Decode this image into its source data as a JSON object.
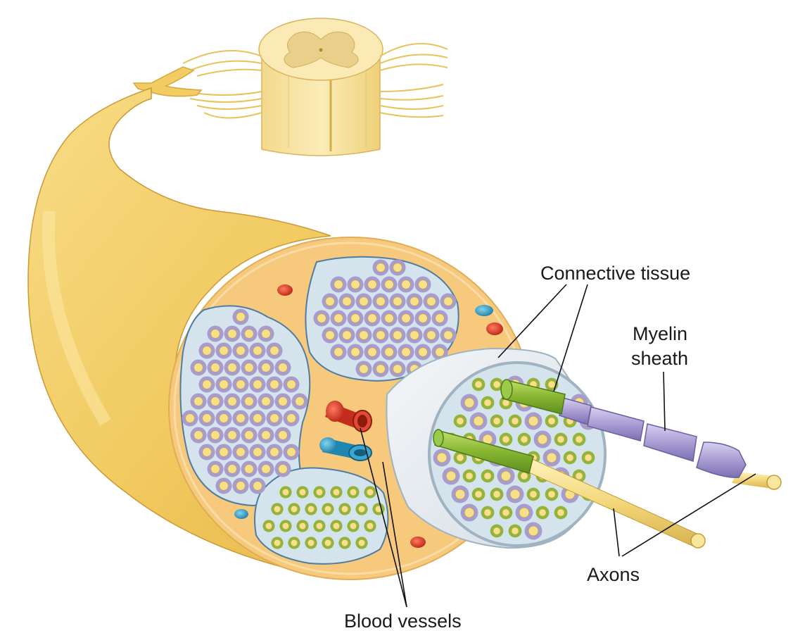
{
  "labels": {
    "connective_tissue": "Connective tissue",
    "myelin_line1": "Myelin",
    "myelin_line2": "sheath",
    "axons": "Axons",
    "blood_vessels": "Blood vessels"
  },
  "colors": {
    "nerve_yellow": "#f3cf6c",
    "nerve_light": "#fbeaa8",
    "epineurium": "#f6c77a",
    "fascicle_fill": "#cfe0ea",
    "myelin_purple": "#a79ccf",
    "ring_green": "#8fb63c",
    "axon_yellow": "#f7e08a",
    "artery_red": "#d83a2a",
    "vein_blue": "#2f9cc4",
    "sheath_white": "#e9eef2",
    "perineurium_green": "#7fb52a"
  }
}
